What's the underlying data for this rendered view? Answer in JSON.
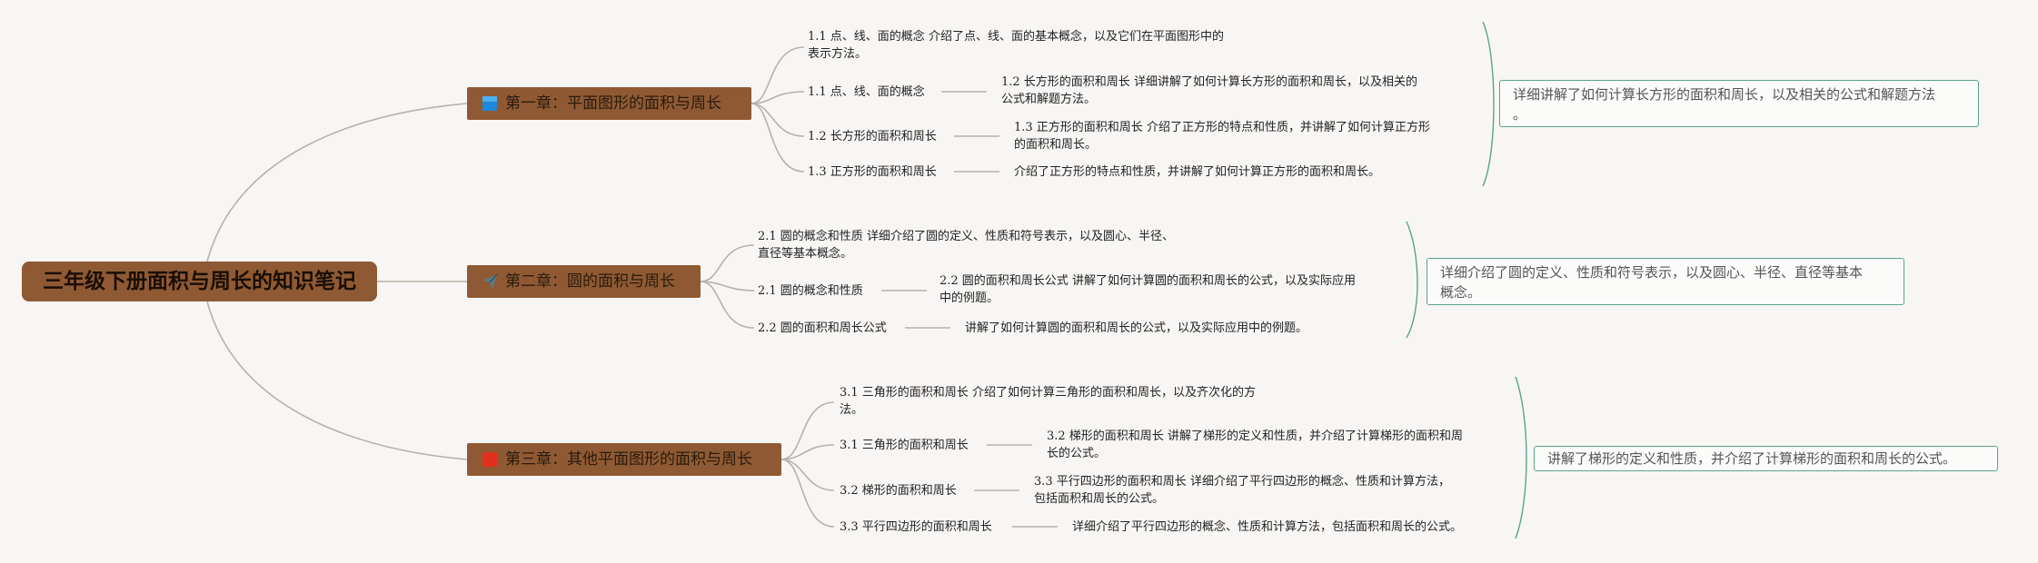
{
  "root": {
    "title": "三年级下册面积与周长的知识笔记"
  },
  "chapters": [
    {
      "title": "第一章：平面图形的面积与周长",
      "icon": "blue-square-icon",
      "icon_color": "#1e88d8",
      "summary_line1": "详细讲解了如何计算长方形的面积和周长，以及相关的公式和解题方法",
      "summary_line2": "。",
      "nodes": [
        {
          "line1": "1.1 点、线、面的概念 介绍了点、线、面的基本概念，以及它们在平面图形中的",
          "line2": "表示方法。"
        },
        {
          "label": "1.1 点、线、面的概念",
          "detail1": "1.2 长方形的面积和周长 详细讲解了如何计算长方形的面积和周长，以及相关的",
          "detail2": "公式和解题方法。"
        },
        {
          "label": "1.2 长方形的面积和周长",
          "detail1": "1.3 正方形的面积和周长 介绍了正方形的特点和性质，并讲解了如何计算正方形",
          "detail2": "的面积和周长。"
        },
        {
          "label": "1.3 正方形的面积和周长",
          "detail1": "介绍了正方形的特点和性质，并讲解了如何计算正方形的面积和周长。"
        }
      ]
    },
    {
      "title": "第二章：圆的面积与周长",
      "icon": "paper-plane-icon",
      "icon_color": "#5a7a86",
      "summary_line1": "详细介绍了圆的定义、性质和符号表示，以及圆心、半径、直径等基本",
      "summary_line2": "概念。",
      "nodes": [
        {
          "line1": "2.1 圆的概念和性质 详细介绍了圆的定义、性质和符号表示，以及圆心、半径、",
          "line2": "直径等基本概念。"
        },
        {
          "label": "2.1 圆的概念和性质",
          "detail1": "2.2 圆的面积和周长公式 讲解了如何计算圆的面积和周长的公式，以及实际应用",
          "detail2": "中的例题。"
        },
        {
          "label": "2.2 圆的面积和周长公式",
          "detail1": "讲解了如何计算圆的面积和周长的公式，以及实际应用中的例题。"
        }
      ]
    },
    {
      "title": "第三章：其他平面图形的面积与周长",
      "icon": "red-square-icon",
      "icon_color": "#e0301e",
      "summary_line1": "讲解了梯形的定义和性质，并介绍了计算梯形的面积和周长的公式。",
      "nodes": [
        {
          "line1": "3.1 三角形的面积和周长 介绍了如何计算三角形的面积和周长，以及齐次化的方",
          "line2": "法。"
        },
        {
          "label": "3.1 三角形的面积和周长",
          "detail1": "3.2 梯形的面积和周长 讲解了梯形的定义和性质，并介绍了计算梯形的面积和周",
          "detail2": "长的公式。"
        },
        {
          "label": "3.2 梯形的面积和周长",
          "detail1": "3.3 平行四边形的面积和周长 详细介绍了平行四边形的概念、性质和计算方法，",
          "detail2": "包括面积和周长的公式。"
        },
        {
          "label": "3.3 平行四边形的面积和周长",
          "detail1": "详细介绍了平行四边形的概念、性质和计算方法，包括面积和周长的公式。"
        }
      ]
    }
  ],
  "colors": {
    "background": "#f8f6f4",
    "node_fill": "#8f5a33",
    "edge": "#b8b0aa",
    "summary_border": "#5aa38a"
  }
}
